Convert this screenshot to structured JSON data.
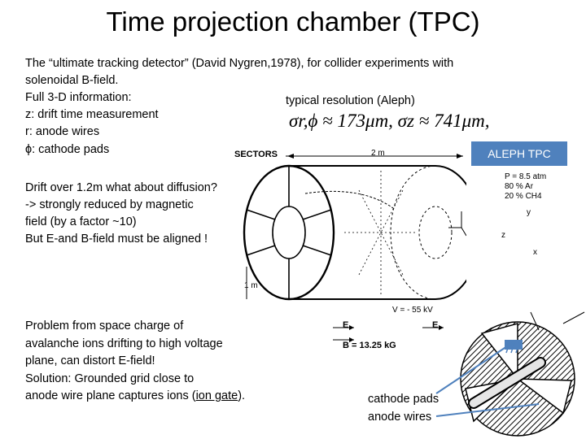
{
  "slide": {
    "title": "Time projection chamber (TPC)",
    "intro_lines": [
      "The “ultimate tracking detector” (David Nygren,1978), for collider experiments with",
      "solenoidal B-field.",
      "Full 3-D information:",
      "z: drift time measurement",
      "r: anode wires",
      "ϕ: cathode pads"
    ],
    "resolution_label": "typical resolution (Aleph)",
    "resolution_formula": "σr,ϕ ≈ 173μm, σz ≈ 741μm,",
    "aleph_tag": "ALEPH TPC",
    "drift_lines": [
      "Drift over 1.2m what about diffusion?",
      "-> strongly reduced by magnetic",
      "field (by a factor ~10)",
      "But E-and B-field must be aligned !"
    ],
    "space_charge_lines": [
      "Problem from space charge of",
      "avalanche ions drifting to high voltage",
      "plane, can distort E-field!",
      "Solution: Grounded grid close to"
    ],
    "last_line_prefix": "anode wire plane captures ions (",
    "last_line_link": "ion gate",
    "last_line_suffix": ").",
    "callout_labels": [
      "cathode pads",
      "anode wires"
    ]
  },
  "diagram": {
    "sectors": "SECTORS",
    "length": "2 m",
    "radius": "1 m",
    "gas": [
      "P = 8.5 atm",
      "80 % Ar",
      "20 % CH4"
    ],
    "axes": [
      "y",
      "z",
      "x"
    ],
    "voltage": "V = - 55 kV",
    "efield": "E",
    "bfield": "B = 13.25 kG"
  }
}
